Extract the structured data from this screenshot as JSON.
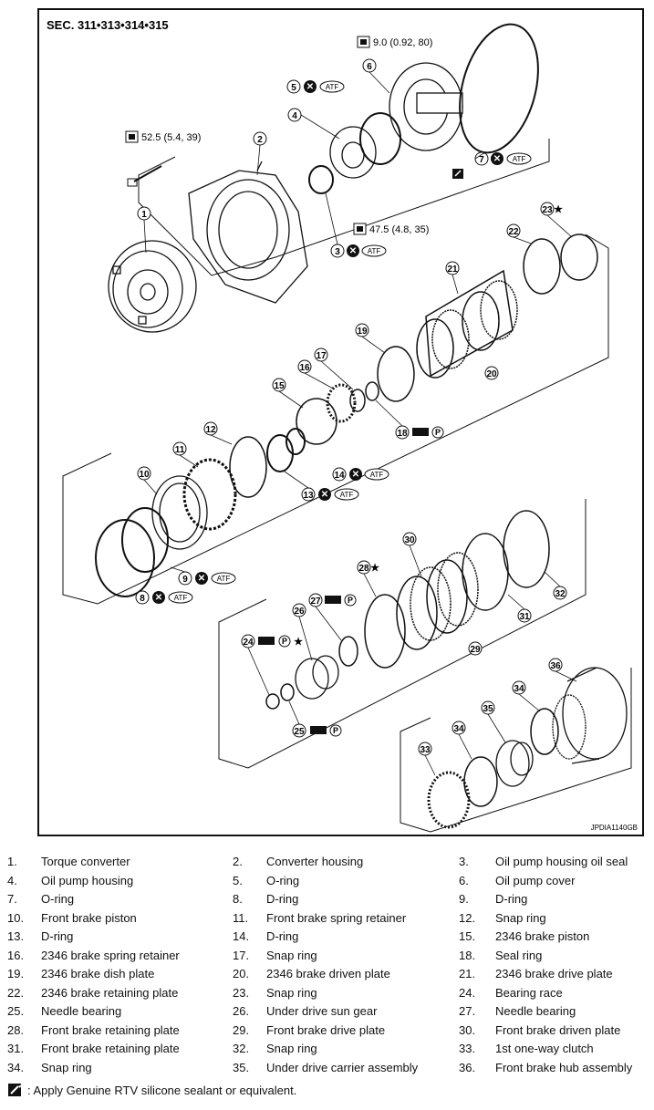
{
  "diagram": {
    "section_label": "SEC. 311•313•314•315",
    "figure_id": "JPDIA1140GB",
    "torque_specs": [
      {
        "id": "t1",
        "text": "9.0 (0.92, 80)"
      },
      {
        "id": "t2",
        "text": "52.5 (5.4, 39)"
      },
      {
        "id": "t3",
        "text": "47.5 (4.8, 35)"
      }
    ],
    "callouts": [
      "1",
      "2",
      "3",
      "4",
      "5",
      "6",
      "7",
      "8",
      "9",
      "10",
      "11",
      "12",
      "13",
      "14",
      "15",
      "16",
      "17",
      "18",
      "19",
      "20",
      "21",
      "22",
      "23",
      "24",
      "25",
      "26",
      "27",
      "28",
      "29",
      "30",
      "31",
      "32",
      "33",
      "34",
      "35",
      "36"
    ],
    "atf_badge": "ATF",
    "star": "★",
    "petroleum_jelly": "P"
  },
  "legend": [
    {
      "num": "1.",
      "name": "Torque converter"
    },
    {
      "num": "2.",
      "name": "Converter housing"
    },
    {
      "num": "3.",
      "name": "Oil pump housing oil seal"
    },
    {
      "num": "4.",
      "name": "Oil pump housing"
    },
    {
      "num": "5.",
      "name": "O-ring"
    },
    {
      "num": "6.",
      "name": "Oil pump cover"
    },
    {
      "num": "7.",
      "name": "O-ring"
    },
    {
      "num": "8.",
      "name": "D-ring"
    },
    {
      "num": "9.",
      "name": "D-ring"
    },
    {
      "num": "10.",
      "name": "Front brake piston"
    },
    {
      "num": "11.",
      "name": "Front brake spring retainer"
    },
    {
      "num": "12.",
      "name": "Snap ring"
    },
    {
      "num": "13.",
      "name": "D-ring"
    },
    {
      "num": "14.",
      "name": "D-ring"
    },
    {
      "num": "15.",
      "name": "2346 brake piston"
    },
    {
      "num": "16.",
      "name": "2346 brake spring retainer"
    },
    {
      "num": "17.",
      "name": "Snap ring"
    },
    {
      "num": "18.",
      "name": "Seal ring"
    },
    {
      "num": "19.",
      "name": "2346 brake dish plate"
    },
    {
      "num": "20.",
      "name": "2346 brake driven plate"
    },
    {
      "num": "21.",
      "name": "2346 brake drive plate"
    },
    {
      "num": "22.",
      "name": "2346 brake retaining plate"
    },
    {
      "num": "23.",
      "name": "Snap ring"
    },
    {
      "num": "24.",
      "name": "Bearing race"
    },
    {
      "num": "25.",
      "name": "Needle bearing"
    },
    {
      "num": "26.",
      "name": "Under drive sun gear"
    },
    {
      "num": "27.",
      "name": "Needle bearing"
    },
    {
      "num": "28.",
      "name": "Front brake retaining plate"
    },
    {
      "num": "29.",
      "name": "Front brake drive plate"
    },
    {
      "num": "30.",
      "name": "Front brake driven plate"
    },
    {
      "num": "31.",
      "name": "Front brake retaining plate"
    },
    {
      "num": "32.",
      "name": "Snap ring"
    },
    {
      "num": "33.",
      "name": "1st one-way clutch"
    },
    {
      "num": "34.",
      "name": "Snap ring"
    },
    {
      "num": "35.",
      "name": "Under drive carrier assembly"
    },
    {
      "num": "36.",
      "name": "Front brake hub assembly"
    }
  ],
  "note": {
    "text": ": Apply Genuine RTV silicone sealant or equivalent.",
    "icon": "sealant-icon"
  }
}
